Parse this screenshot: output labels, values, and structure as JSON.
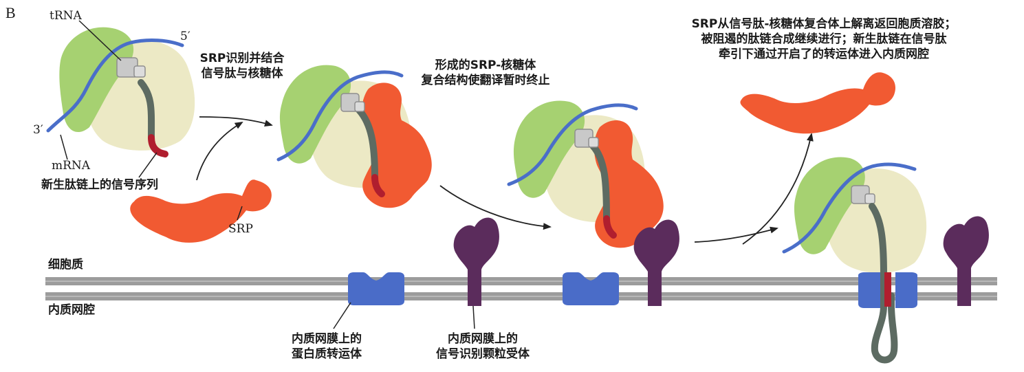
{
  "panel_letter": "B",
  "labels": {
    "trna": "tRNA",
    "five_prime": "5′",
    "three_prime": "3′",
    "mrna": "mRNA",
    "signal_sequence": "新生肽链上的信号序列",
    "srp": "SRP",
    "step1": [
      "SRP识别并结合",
      "信号肽与核糖体"
    ],
    "step2": [
      "形成的SRP-核糖体",
      "复合结构使翻译暂时终止"
    ],
    "step3": [
      "SRP从信号肽-核糖体复合体上解离返回胞质溶胶；",
      "被阻遏的肽链合成继续进行；新生肽链在信号肽",
      "牵引下通过开启了的转运体进入内质网腔"
    ],
    "cytosol": "细胞质",
    "er_lumen": "内质网腔",
    "translocon": [
      "内质网膜上的",
      "蛋白质转运体"
    ],
    "srp_receptor": [
      "内质网膜上的",
      "信号识别颗粒受体"
    ]
  },
  "colors": {
    "large_subunit": "#ece9c5",
    "small_subunit": "#a6d171",
    "mrna": "#4a6ec9",
    "srp": "#f15a32",
    "signal_seq": "#b01e2e",
    "polypeptide": "#5d6b62",
    "trna": "#c9c9c9",
    "receptor": "#5b2c5c",
    "translocon": "#4a6cc8",
    "membrane": "#9c9c9c"
  }
}
